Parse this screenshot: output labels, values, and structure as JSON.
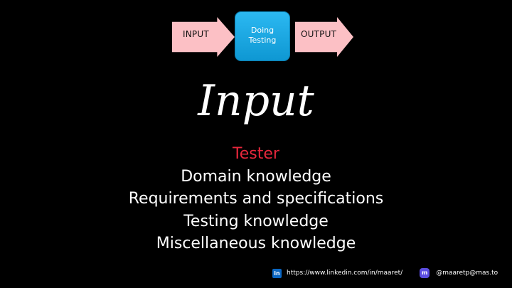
{
  "flow": {
    "input_label": "INPUT",
    "process_label": "Doing\nTesting",
    "output_label": "OUTPUT"
  },
  "heading": "Input",
  "items": [
    {
      "text": "Tester",
      "color": "#e8273c"
    },
    {
      "text": "Domain knowledge",
      "color": "#ffffff"
    },
    {
      "text": "Requirements and specifications",
      "color": "#ffffff"
    },
    {
      "text": "Testing knowledge",
      "color": "#ffffff"
    },
    {
      "text": "Miscellaneous knowledge",
      "color": "#ffffff"
    }
  ],
  "footer": {
    "linkedin_icon": "linkedin-icon",
    "linkedin_icon_text": "in",
    "linkedin_url": "https://www.linkedin.com/in/maaret/",
    "mastodon_icon": "mastodon-icon",
    "mastodon_icon_text": "m",
    "mastodon_handle": "@maaretp@mas.to"
  },
  "colors": {
    "background": "#000000",
    "arrow": "#fcc0c5",
    "process_box": "#18a9e6",
    "accent": "#e8273c"
  }
}
